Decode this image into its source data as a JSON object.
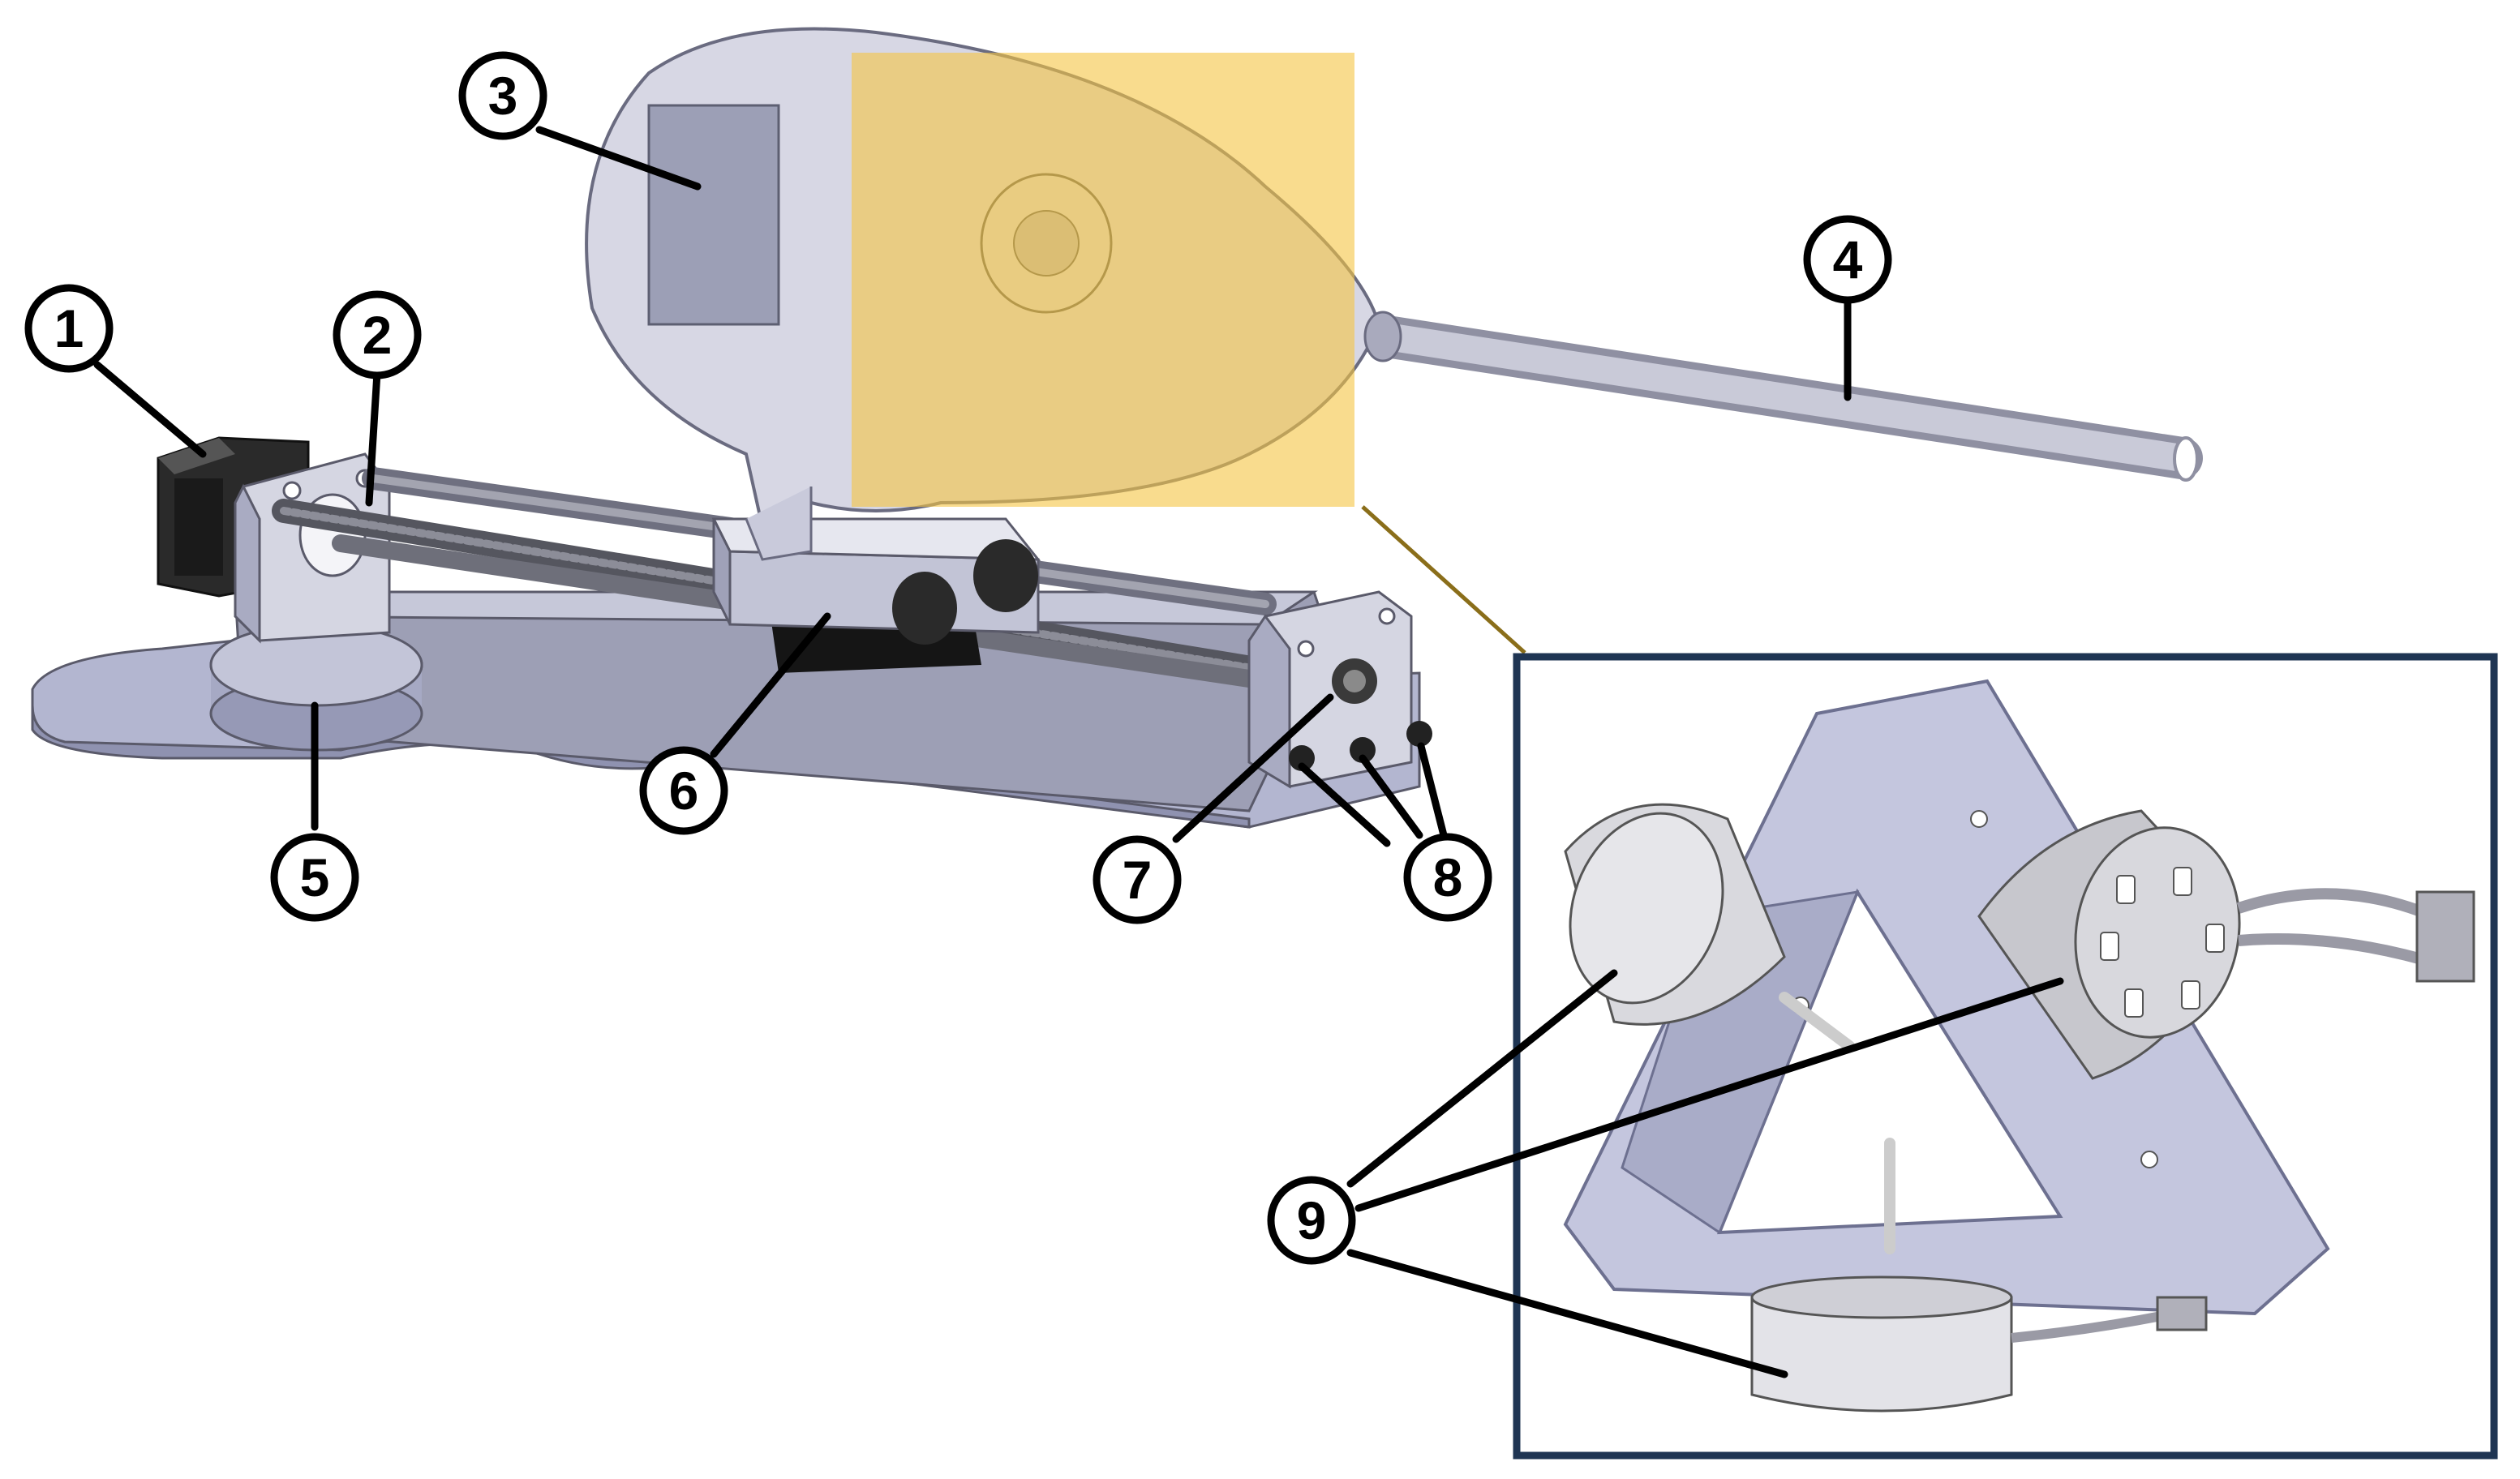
{
  "callouts": [
    {
      "id": "1",
      "label": "1",
      "part": "stepper motor"
    },
    {
      "id": "2",
      "label": "2",
      "part": "lead screw and guide rods"
    },
    {
      "id": "3",
      "label": "3",
      "part": "housing"
    },
    {
      "id": "4",
      "label": "4",
      "part": "probe tube"
    },
    {
      "id": "5",
      "label": "5",
      "part": "base mount"
    },
    {
      "id": "6",
      "label": "6",
      "part": "carriage"
    },
    {
      "id": "7",
      "label": "7",
      "part": "end bearing"
    },
    {
      "id": "8",
      "label": "8",
      "part": "screws"
    },
    {
      "id": "9",
      "label": "9",
      "part": "motors in triangular frame"
    }
  ],
  "colors": {
    "highlight": "#f5c542",
    "inset_border": "#1f3553",
    "metal": "#b9bcd2",
    "dark": "#1a1a1a"
  },
  "icons": [
    "stepper-motor-icon",
    "lead-screw-icon",
    "housing-icon",
    "probe-tube-icon",
    "base-plate-icon",
    "carriage-icon",
    "bearing-icon",
    "screw-icon",
    "gimbal-motor-icon"
  ]
}
